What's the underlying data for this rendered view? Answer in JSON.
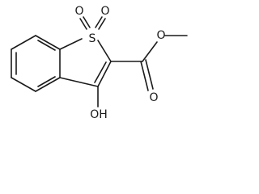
{
  "structure": {
    "atoms": {
      "sulfur": "S",
      "sulfonyl_oxygen_left": "O",
      "sulfonyl_oxygen_right": "O",
      "ester_carbonyl_oxygen": "O",
      "ester_ether_oxygen": "O",
      "hydroxyl": "OH"
    },
    "colors": {
      "bond": "#1a1a1a",
      "label": "#1a1a1a",
      "background": "#ffffff"
    }
  }
}
